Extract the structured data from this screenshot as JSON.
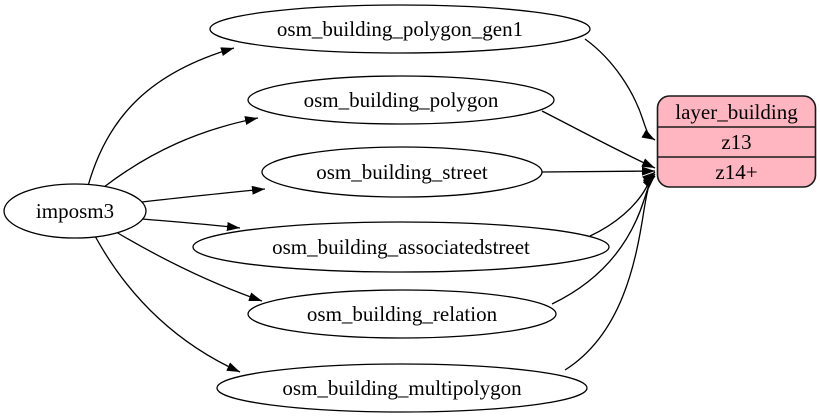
{
  "diagram": {
    "type": "graphviz-flow",
    "source_node": {
      "label": "imposm3"
    },
    "tables": [
      {
        "label": "osm_building_polygon_gen1"
      },
      {
        "label": "osm_building_polygon"
      },
      {
        "label": "osm_building_street"
      },
      {
        "label": "osm_building_associatedstreet"
      },
      {
        "label": "osm_building_relation"
      },
      {
        "label": "osm_building_multipolygon"
      }
    ],
    "layer_node": {
      "title": "layer_building",
      "rows": [
        "z13",
        "z14+"
      ],
      "fill": "#ffb6c1",
      "stroke": "#1a1a1a"
    },
    "edges": [
      {
        "from": "imposm3",
        "to": "osm_building_polygon_gen1"
      },
      {
        "from": "imposm3",
        "to": "osm_building_polygon"
      },
      {
        "from": "imposm3",
        "to": "osm_building_street"
      },
      {
        "from": "imposm3",
        "to": "osm_building_associatedstreet"
      },
      {
        "from": "imposm3",
        "to": "osm_building_relation"
      },
      {
        "from": "imposm3",
        "to": "osm_building_multipolygon"
      },
      {
        "from": "osm_building_polygon_gen1",
        "to": "layer_building.z13"
      },
      {
        "from": "osm_building_polygon",
        "to": "layer_building.z14+"
      },
      {
        "from": "osm_building_street",
        "to": "layer_building.z14+"
      },
      {
        "from": "osm_building_associatedstreet",
        "to": "layer_building.z14+"
      },
      {
        "from": "osm_building_relation",
        "to": "layer_building.z14+"
      },
      {
        "from": "osm_building_multipolygon",
        "to": "layer_building.z14+"
      }
    ],
    "colors": {
      "background": "#ffffff",
      "edge": "#000000",
      "table_fill": "#ffffff",
      "layer_fill": "#ffb6c1"
    }
  }
}
